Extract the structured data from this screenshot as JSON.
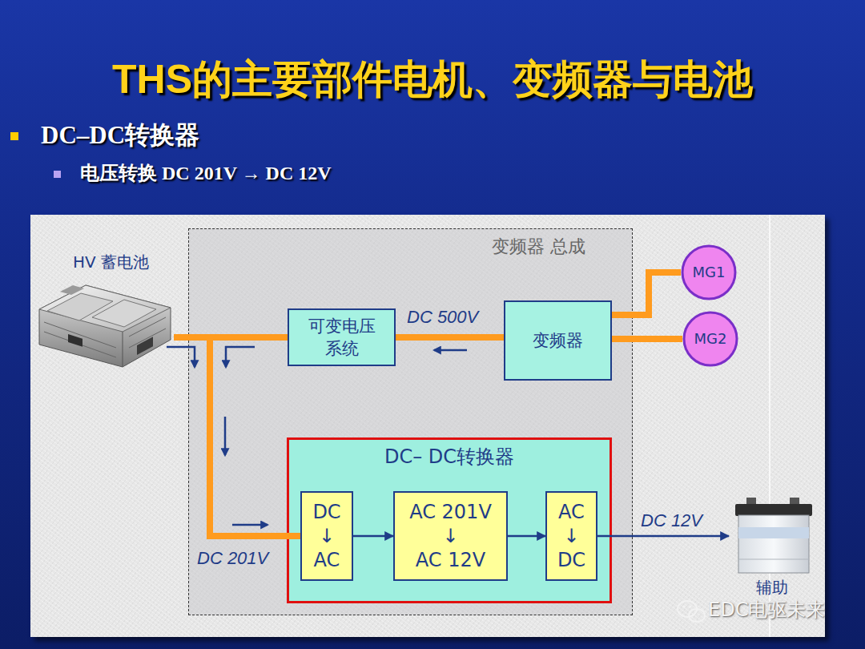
{
  "diagram": {
    "title": "THS的主要部件电机、变频器与电池",
    "nodes": [
      {
        "text": [
          "HV 蓄电池"
        ]
      },
      {
        "text": [
          "变频器 总成"
        ]
      },
      {
        "text": [
          "可变电压 系统"
        ],
        "in": 1
      },
      {
        "text": [
          "变频器"
        ],
        "in": 1
      },
      {
        "text": [
          "MG1"
        ]
      },
      {
        "text": [
          "MG2"
        ]
      },
      {
        "text": [
          "DC– DC转换器"
        ],
        "in": 1
      },
      {
        "text": [
          "DC",
          "↓",
          "AC"
        ],
        "in": 6
      },
      {
        "text": [
          "AC 201V",
          "↓",
          "AC 12V"
        ],
        "in": 6
      },
      {
        "text": [
          "AC",
          "↓",
          "DC"
        ],
        "in": 6
      },
      {
        "text": [
          "辅助"
        ]
      }
    ],
    "edges": [
      {
        "from": 0,
        "to": 2,
        "arrow": "none"
      },
      {
        "from": 2,
        "to": 3,
        "label": "DC 500V",
        "arrow": "none"
      },
      {
        "from": 3,
        "to": 4,
        "arrow": "none"
      },
      {
        "from": 3,
        "to": 5,
        "arrow": "none"
      },
      {
        "from": 0,
        "to": 7,
        "label": "DC 201V",
        "arrow": "none"
      },
      {
        "from": 7,
        "to": 8,
        "arrow": "to"
      },
      {
        "from": 8,
        "to": 9,
        "arrow": "to"
      },
      {
        "from": 9,
        "to": 10,
        "label": "DC 12V",
        "arrow": "to"
      }
    ],
    "labels": [
      "DC–DC转换器",
      "电压转换 DC 201V → DC 12V",
      "EDC电驱未来"
    ]
  }
}
